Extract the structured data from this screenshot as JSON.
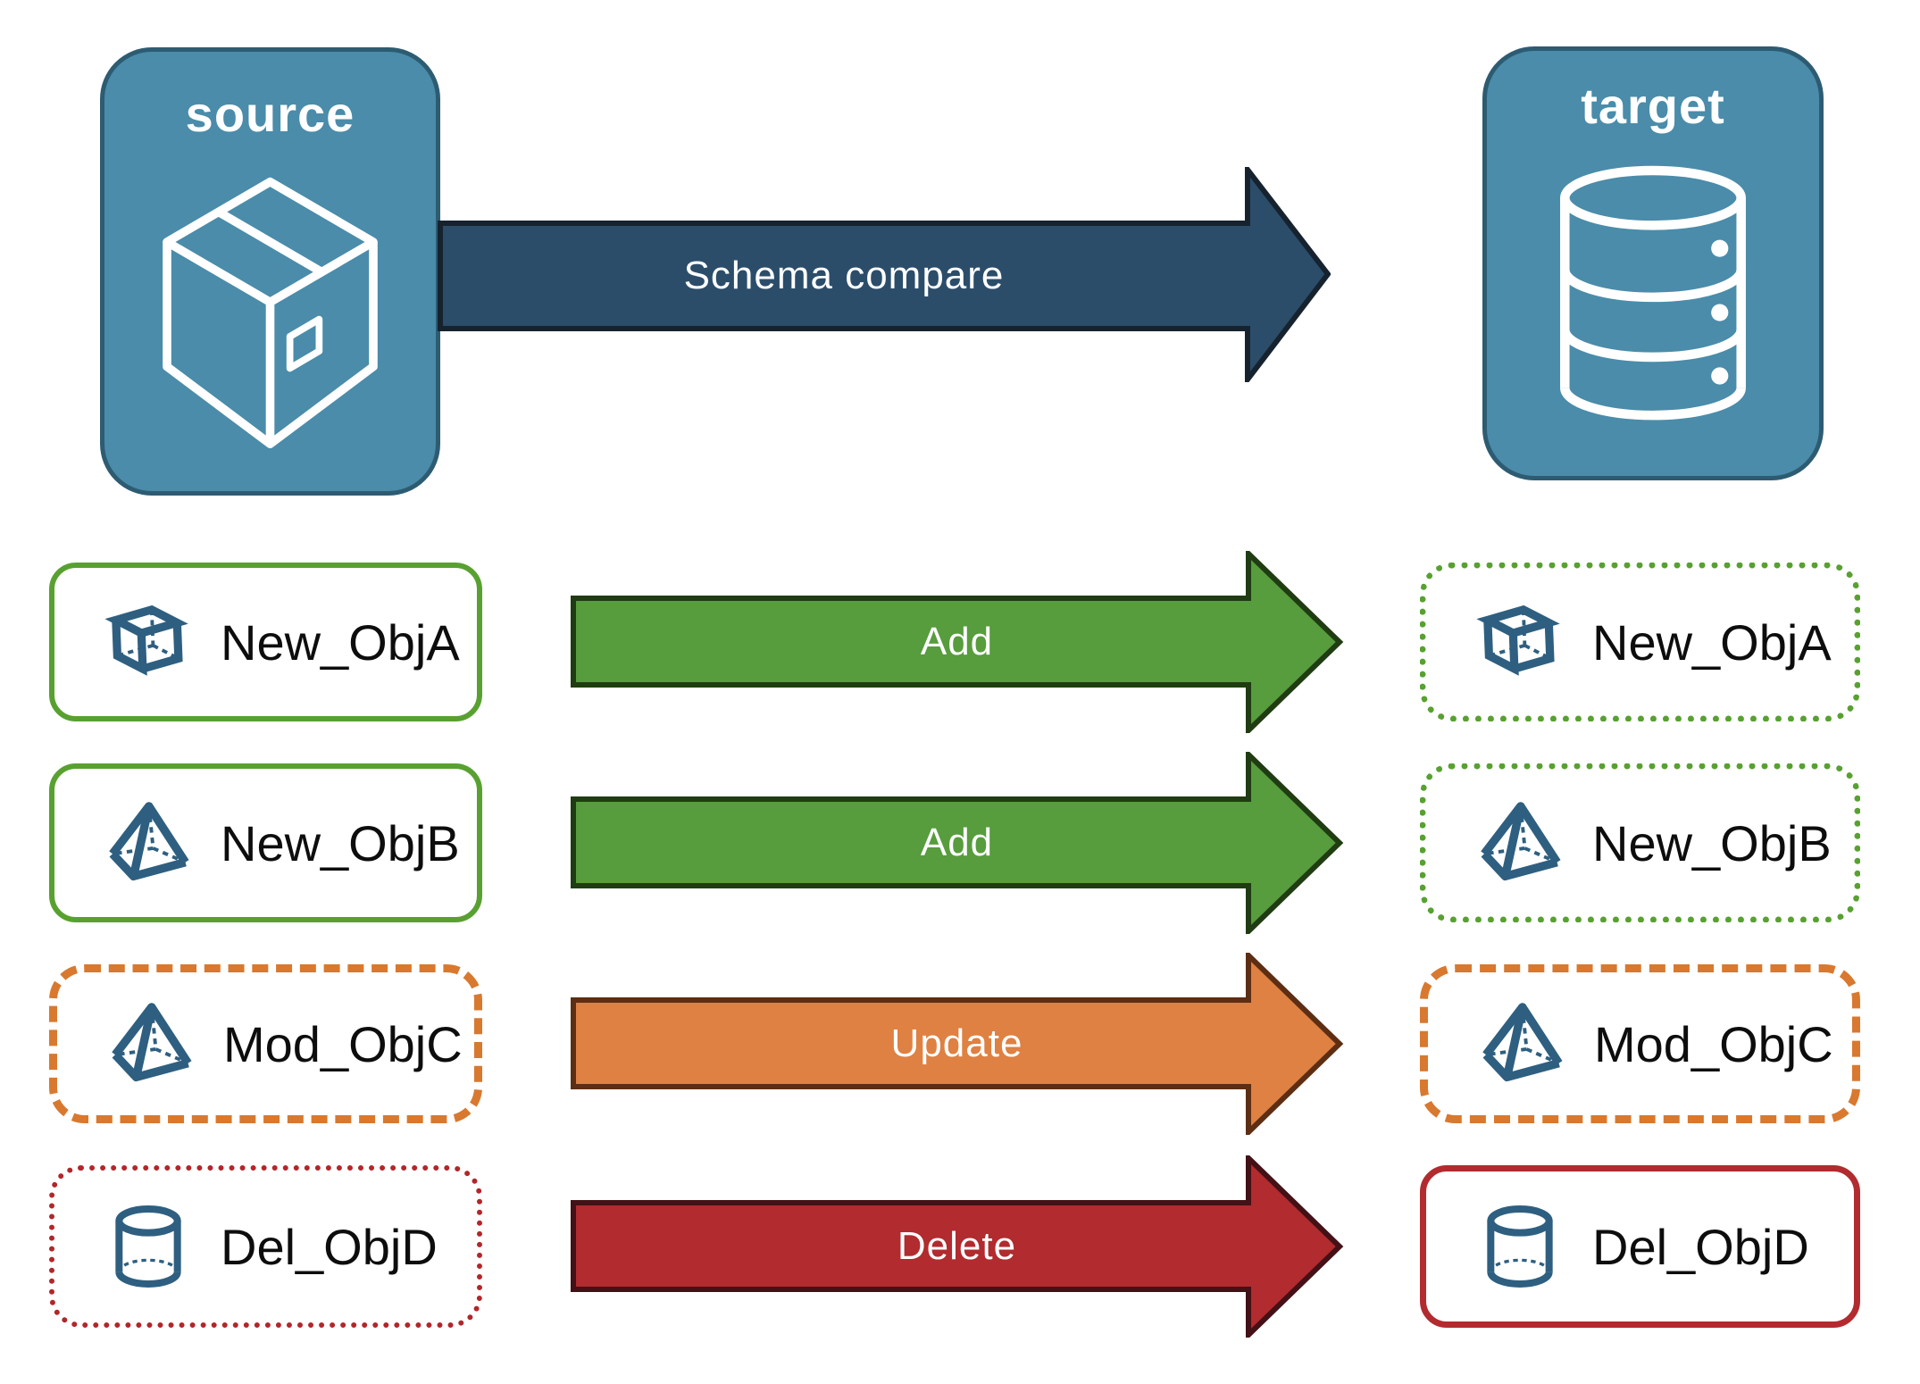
{
  "source_panel": {
    "title": "source",
    "icon": "package-icon"
  },
  "target_panel": {
    "title": "target",
    "icon": "database-icon"
  },
  "compare_arrow": {
    "label": "Schema compare",
    "fill": "#2b4d6a",
    "border": "#16232f"
  },
  "rows": [
    {
      "source_box": {
        "label": "New_ObjA",
        "icon": "cube-icon",
        "border_style": "solid-green"
      },
      "arrow": {
        "label": "Add",
        "fill": "#579c3d",
        "border": "#203c12"
      },
      "target_box": {
        "label": "New_ObjA",
        "icon": "cube-icon",
        "border_style": "dotted-green"
      }
    },
    {
      "source_box": {
        "label": "New_ObjB",
        "icon": "pyramid-icon",
        "border_style": "solid-green"
      },
      "arrow": {
        "label": "Add",
        "fill": "#579c3d",
        "border": "#203c12"
      },
      "target_box": {
        "label": "New_ObjB",
        "icon": "pyramid-icon",
        "border_style": "dotted-green"
      }
    },
    {
      "source_box": {
        "label": "Mod_ObjC",
        "icon": "pyramid-icon",
        "border_style": "dashed-orange"
      },
      "arrow": {
        "label": "Update",
        "fill": "#de8142",
        "border": "#5d2e13"
      },
      "target_box": {
        "label": "Mod_ObjC",
        "icon": "pyramid-icon",
        "border_style": "dashed-orange"
      }
    },
    {
      "source_box": {
        "label": "Del_ObjD",
        "icon": "cylinder-icon",
        "border_style": "dotted-red"
      },
      "arrow": {
        "label": "Delete",
        "fill": "#b12b2f",
        "border": "#431116"
      },
      "target_box": {
        "label": "Del_ObjD",
        "icon": "cylinder-icon",
        "border_style": "solid-red"
      }
    }
  ],
  "colors": {
    "panel_fill": "#4a8caa",
    "panel_border": "#2d5c72",
    "panel_text": "#ffffff",
    "icon_stroke": "#2e5f80",
    "green_border": "#58a131",
    "orange_border": "#d8792f",
    "red_border_dotted": "#b2262a",
    "red_border_solid": "#b22b2f",
    "label_text": "#0d0d0d",
    "arrow_text": "#ffffff"
  }
}
